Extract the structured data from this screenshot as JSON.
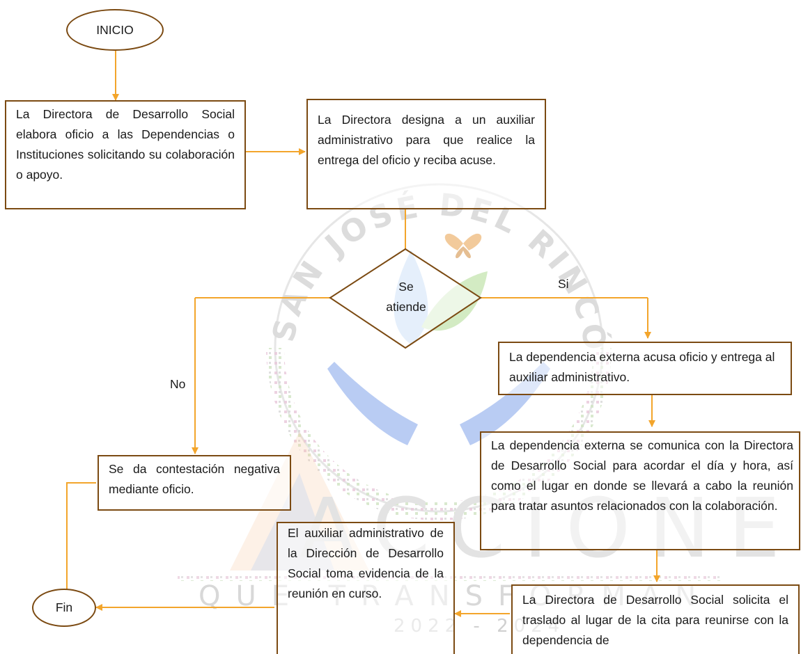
{
  "start": "INICIO",
  "end": "Fin",
  "step1": "La Directora de Desarrollo Social elabora oficio a las Dependencias o Instituciones solicitando su colaboración o apoyo.",
  "step2": "La Directora designa a un auxiliar administrativo para que realice la entrega del oficio y reciba acuse.",
  "decision": {
    "line1": "Se",
    "line2": "atiende"
  },
  "label_yes": "Si",
  "label_no": "No",
  "step_yes1": "La dependencia externa acusa oficio y entrega al auxiliar administrativo.",
  "step_yes2": "La dependencia externa se comunica con la Directora de Desarrollo Social para acordar el día y hora, así como el lugar en donde se llevará a cabo la reunión para tratar asuntos relacionados con la colaboración.",
  "step_yes3": "La Directora de Desarrollo Social solicita el traslado al lugar de la cita para reunirse con la dependencia de",
  "step_evidence": "El auxiliar administrativo de la Dirección de Desarrollo Social toma evidencia de la reunión en curso.",
  "step_no": "Se da contestación negativa mediante oficio.",
  "watermark": {
    "arc": "SAN JOSÉ DEL RINCÓN",
    "big": "ACCIONES",
    "mid": "QUE TRANSFORMAN",
    "year": "2022 - 2024"
  },
  "colors": {
    "connector": "#f3a52b",
    "box_border": "#7b4a12"
  },
  "icons": [
    "butterfly-icon",
    "water-drop-icon",
    "hands-icon"
  ]
}
